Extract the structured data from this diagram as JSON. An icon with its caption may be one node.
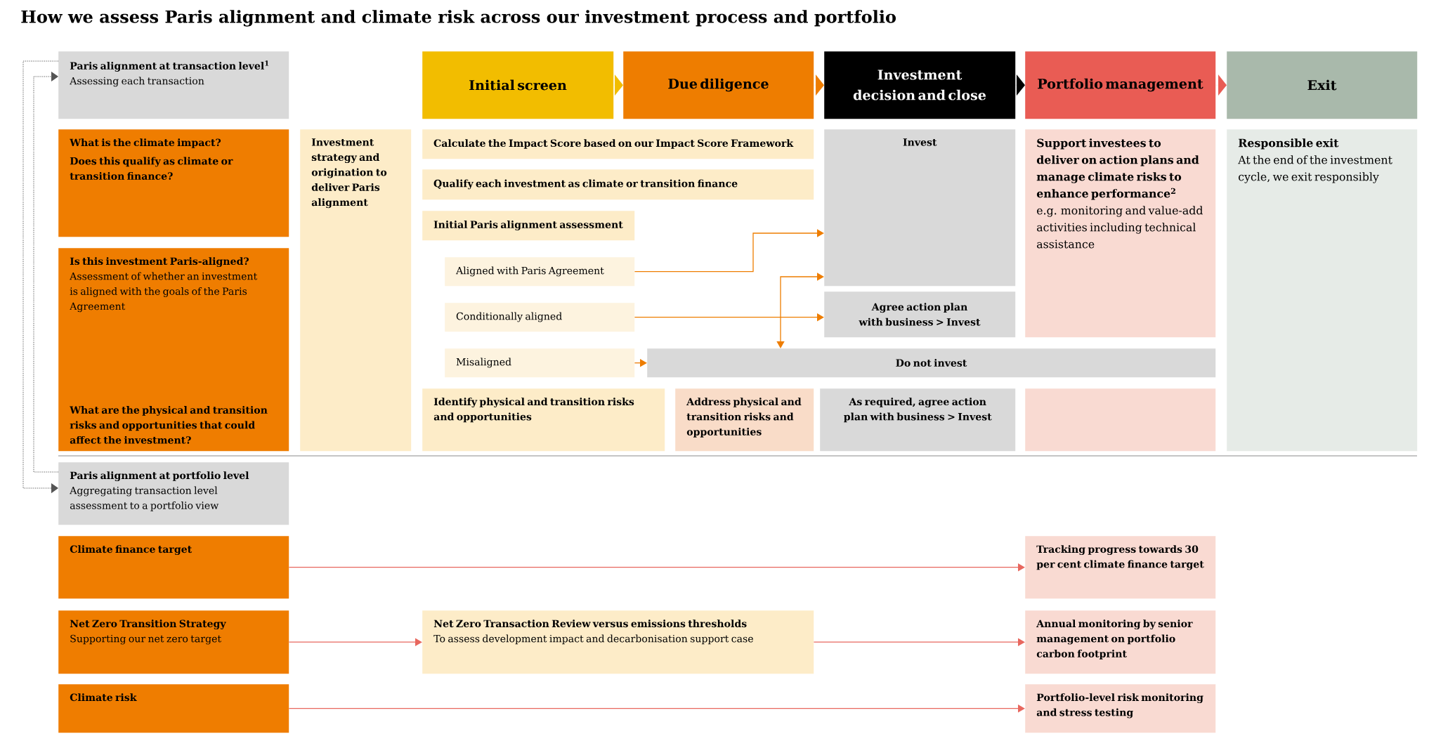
{
  "diagram": {
    "title": "How we assess Paris alignment and climate risk across our investment process and portfolio",
    "nodes": [
      {
        "text": [
          "Paris alignment at transaction level$^{1}$",
          "Assessing each transaction"
        ]
      },
      {
        "text": [
          "What is the climate impact?",
          "Does this qualify as climate or transition finance?"
        ]
      },
      {
        "text": [
          "Is this investment Paris-aligned?",
          "Assessment of whether an investment is aligned with the goals of the Paris Agreement",
          "What are the physical and transition risks and opportunities that could affect the investment?"
        ]
      },
      {
        "text": [
          "Investment strategy and origination to deliver Paris alignment"
        ]
      },
      {
        "text": [
          "Initial screen"
        ]
      },
      {
        "text": [
          "Due diligence"
        ]
      },
      {
        "text": [
          "Investment decision and close"
        ]
      },
      {
        "text": [
          "Portfolio management"
        ]
      },
      {
        "text": [
          "Exit"
        ]
      },
      {
        "text": [
          "Calculate the Impact Score based on our Impact Score Framework"
        ]
      },
      {
        "text": [
          "Qualify each investment as climate or transition finance"
        ]
      },
      {
        "text": [
          "Initial Paris alignment assessment"
        ]
      },
      {
        "text": [
          "Aligned with Paris Agreement"
        ]
      },
      {
        "text": [
          "Conditionally aligned"
        ]
      },
      {
        "text": [
          "Misaligned"
        ]
      },
      {
        "text": [
          "Invest"
        ]
      },
      {
        "text": [
          "Agree action plan with business > Invest"
        ]
      },
      {
        "text": [
          "Do not invest"
        ]
      },
      {
        "text": [
          "Support investees to deliver on action plans and manage climate risks to enhance performance$^{2}$",
          "e.g. monitoring and value-add activities including technical assistance"
        ]
      },
      {
        "text": [
          "Responsible exit",
          "At the end of the investment cycle, we exit responsibly"
        ]
      },
      {
        "text": [
          "Identify physical and transition risks and opportunities"
        ]
      },
      {
        "text": [
          "Address physical and transition risks and opportunities"
        ]
      },
      {
        "text": [
          "As required, agree action plan with business > Invest"
        ]
      },
      {
        "text": [],
        "shape": "box"
      },
      {
        "text": [
          "Paris alignment at portfolio level",
          "Aggregating transaction level assessment to a portfolio view"
        ]
      },
      {
        "text": [
          "Climate finance target"
        ]
      },
      {
        "text": [
          "Net Zero Transition Strategy",
          "Supporting our net zero target"
        ]
      },
      {
        "text": [
          "Climate risk"
        ]
      },
      {
        "text": [
          "Net Zero Transaction Review versus emissions thresholds",
          "To assess development impact and decarbonisation support case"
        ]
      },
      {
        "text": [
          "Tracking progress towards 30 per cent climate finance target"
        ]
      },
      {
        "text": [
          "Annual monitoring by senior management on portfolio carbon footprint"
        ]
      },
      {
        "text": [
          "Portfolio-level risk monitoring and stress testing"
        ]
      }
    ],
    "edges": [
      {
        "from": 4,
        "to": 5,
        "arrow": "to",
        "color": "#f2bd00"
      },
      {
        "from": 5,
        "to": 6,
        "arrow": "to",
        "color": "#ee7d00"
      },
      {
        "from": 6,
        "to": 7,
        "arrow": "to",
        "color": "#000000"
      },
      {
        "from": 7,
        "to": 8,
        "arrow": "to",
        "color": "#e95c54"
      },
      {
        "from": 0,
        "to": 24,
        "arrow": "to",
        "style": "dashed",
        "color": "#555555"
      },
      {
        "from": 24,
        "to": 0,
        "arrow": "to",
        "style": "dashed",
        "color": "#555555"
      },
      {
        "from": 12,
        "to": 15,
        "arrow": "to",
        "color": "#ee7d00"
      },
      {
        "from": 13,
        "to": 16,
        "arrow": "to",
        "color": "#ee7d00"
      },
      {
        "from": 14,
        "to": 17,
        "arrow": "to",
        "color": "#ee7d00"
      },
      {
        "from": 17,
        "to": 15,
        "arrow": "both",
        "color": "#ee7d00"
      },
      {
        "from": 25,
        "to": 29,
        "arrow": "to",
        "color": "#e8675e"
      },
      {
        "from": 26,
        "to": 28,
        "arrow": "to",
        "color": "#e8675e"
      },
      {
        "from": 28,
        "to": 30,
        "arrow": "to",
        "color": "#e8675e"
      },
      {
        "from": 27,
        "to": 31,
        "arrow": "to",
        "color": "#e8675e"
      }
    ]
  }
}
